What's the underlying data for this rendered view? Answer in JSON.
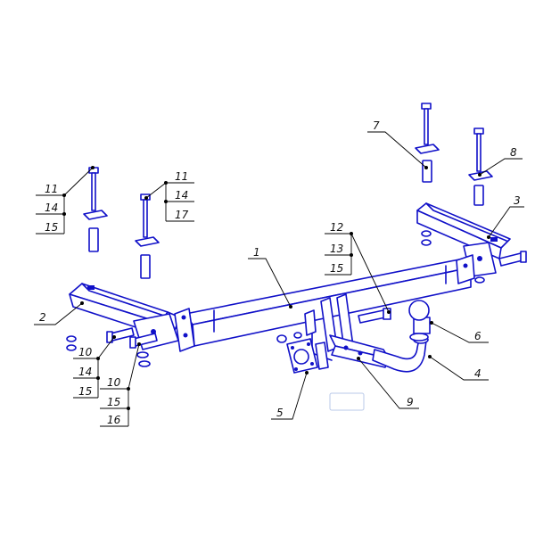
{
  "diagram": {
    "callouts": [
      {
        "id": "c1",
        "text": "1"
      },
      {
        "id": "c2",
        "text": "2"
      },
      {
        "id": "c3",
        "text": "3"
      },
      {
        "id": "c4",
        "text": "4"
      },
      {
        "id": "c5",
        "text": "5"
      },
      {
        "id": "c6",
        "text": "6"
      },
      {
        "id": "c7",
        "text": "7"
      },
      {
        "id": "c8",
        "text": "8"
      },
      {
        "id": "c9",
        "text": "9"
      },
      {
        "id": "c11a",
        "text": "11"
      },
      {
        "id": "c14a",
        "text": "14"
      },
      {
        "id": "c15a",
        "text": "15"
      },
      {
        "id": "c11b",
        "text": "11"
      },
      {
        "id": "c14b",
        "text": "14"
      },
      {
        "id": "c17b",
        "text": "17"
      },
      {
        "id": "c12",
        "text": "12"
      },
      {
        "id": "c13",
        "text": "13"
      },
      {
        "id": "c15c",
        "text": "15"
      },
      {
        "id": "c10a",
        "text": "10"
      },
      {
        "id": "c14c",
        "text": "14"
      },
      {
        "id": "c15d",
        "text": "15"
      },
      {
        "id": "c10b",
        "text": "10"
      },
      {
        "id": "c15e",
        "text": "15"
      },
      {
        "id": "c16",
        "text": "16"
      }
    ],
    "colors": {
      "part_stroke": "#1010c8",
      "leader": "#000000",
      "background": "#ffffff"
    }
  }
}
